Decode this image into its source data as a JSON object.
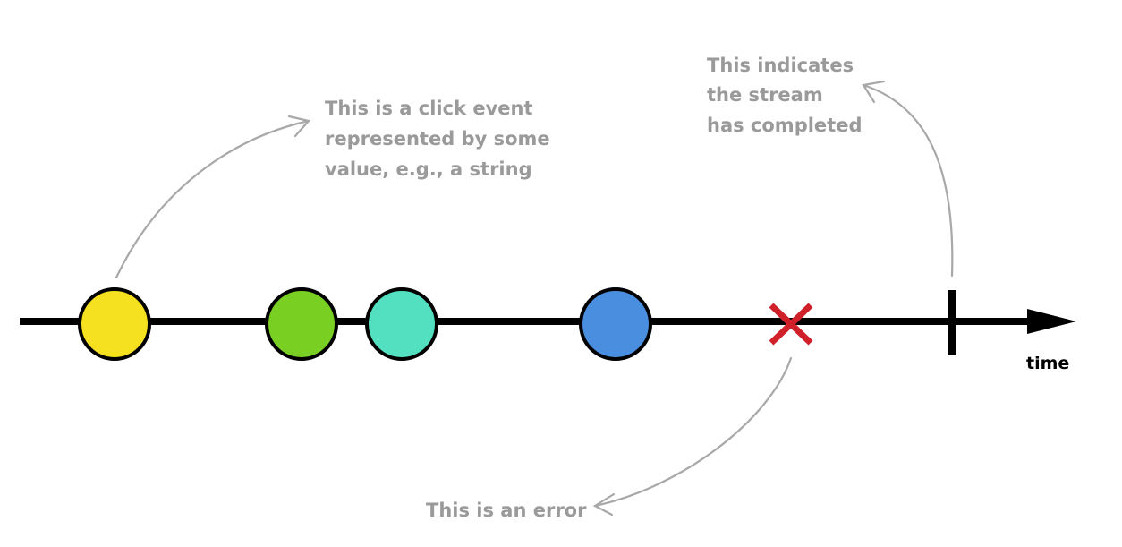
{
  "diagram": {
    "axis_label": "time",
    "colors": {
      "line": "#000000",
      "error": "#d0202a",
      "annotation_text": "#9a9a9a",
      "annotation_arrow": "#a8a8a8"
    },
    "events": [
      {
        "name": "event-1",
        "color": "#f5e11f"
      },
      {
        "name": "event-2",
        "color": "#79cf22"
      },
      {
        "name": "event-3",
        "color": "#52e0c0"
      },
      {
        "name": "event-4",
        "color": "#4a8fdf"
      }
    ],
    "error_marker": "x-mark-icon",
    "completion_marker": "vertical-bar-icon",
    "annotations": {
      "click_event": {
        "lines": [
          "This is a click event",
          "represented by some",
          "value, e.g., a string"
        ]
      },
      "completed": {
        "lines": [
          "This indicates",
          "the stream",
          "has completed"
        ]
      },
      "error": {
        "lines": [
          "This is an error"
        ]
      }
    }
  }
}
